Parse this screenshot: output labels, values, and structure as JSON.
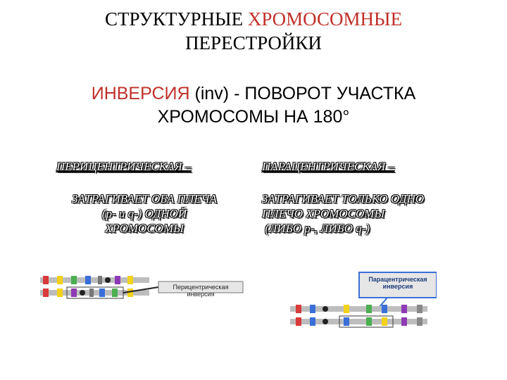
{
  "title": {
    "line1_black": "СТРУКТУРНЫЕ ",
    "line1_red": "ХРОМОСОМНЫЕ",
    "line2": "ПЕРЕСТРОЙКИ"
  },
  "definition": {
    "red": "ИНВЕРСИЯ",
    "line1_rest": " (inv) - ПОВОРОТ УЧАСТКА",
    "line2": "ХРОМОСОМЫ НА 180°"
  },
  "pericentric": {
    "heading": "ПЕРИЦЕНТРИЧЕСКАЯ –",
    "body_line1": "ЗАТРАГИВАЕТ ОБА ПЛЕЧА",
    "body_line2": "(р- и q-) ОДНОЙ",
    "body_line3": "ХРОМОСОМЫ",
    "diagram_label": "Перицентрическая инверсия"
  },
  "paracentric": {
    "heading": "ПАРАЦЕНТРИЧЕСКАЯ –",
    "body_line1": "ЗАТРАГИВАЕТ ТОЛЬКО ОДНО",
    "body_line2": "ПЛЕЧО ХРОМОСОМЫ",
    "body_line3": " (ЛИБО р-, ЛИБО q-)",
    "diagram_label_line1": "Парацентрическая",
    "diagram_label_line2": "инверсия"
  },
  "colors": {
    "accent_red": "#c0302a",
    "band_red": "#d93a3a",
    "band_yellow": "#f2d21a",
    "band_green": "#4caf50",
    "band_blue": "#3a6fd9",
    "band_purple": "#8e3ab5",
    "band_grey": "#bdbdbd"
  }
}
